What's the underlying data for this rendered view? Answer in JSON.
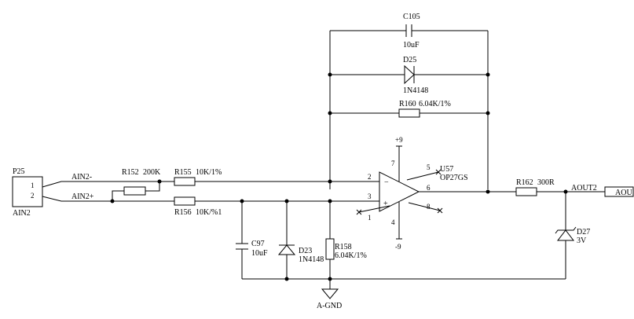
{
  "connector": {
    "ref": "P25",
    "name": "AIN2",
    "pin1": "1",
    "pin2": "2"
  },
  "nets": {
    "ain_minus": "AIN2-",
    "ain_plus": "AIN2+",
    "aout2": "AOUT2",
    "aout": "AOU",
    "gnd": "A-GND"
  },
  "opamp": {
    "ref": "U57",
    "part": "OP27GS",
    "pin_inv": "2",
    "pin_noninv": "3",
    "pin_out": "6",
    "pin_v_pos": "7",
    "pin_v_neg": "4",
    "pin_1": "1",
    "pin_5": "5",
    "pin_8": "8",
    "minus_sign": "−",
    "plus_sign": "+"
  },
  "supply": {
    "pos": "+9",
    "neg": "-9"
  },
  "components": {
    "c105": {
      "ref": "C105",
      "value": "10uF"
    },
    "d25": {
      "ref": "D25",
      "value": "1N4148"
    },
    "r160": {
      "ref": "R160",
      "value": "6.04K/1%"
    },
    "r152": {
      "ref": "R152",
      "value": "200K"
    },
    "r155": {
      "ref": "R155",
      "value": "10K/1%"
    },
    "r156": {
      "ref": "R156",
      "value": "10K/%1"
    },
    "c97": {
      "ref": "C97",
      "value": "10uF"
    },
    "d23": {
      "ref": "D23",
      "value": "1N4148"
    },
    "r158": {
      "ref": "R158",
      "value": "6.04K/1%"
    },
    "r162": {
      "ref": "R162",
      "value": "300R"
    },
    "d27": {
      "ref": "D27",
      "value": "3V"
    }
  }
}
